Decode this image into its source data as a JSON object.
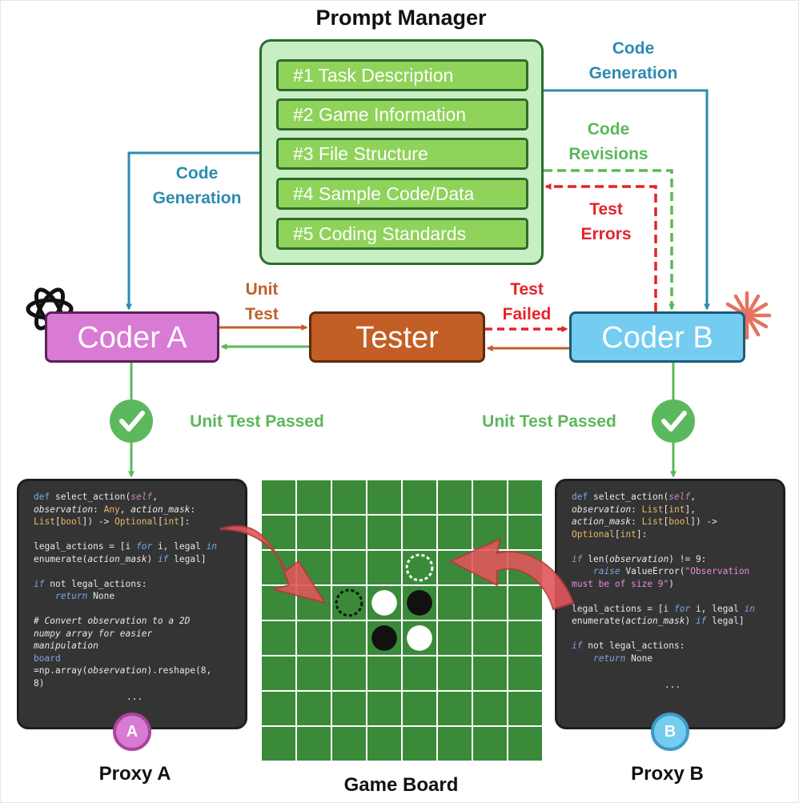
{
  "prompt_manager": {
    "title": "Prompt Manager",
    "items": [
      "#1 Task Description",
      "#2 Game Information",
      "#3 File Structure",
      "#4 Sample Code/Data",
      "#5 Coding Standards"
    ]
  },
  "edges": {
    "code_generation_left": [
      "Code",
      "Generation"
    ],
    "code_generation_right": [
      "Code",
      "Generation"
    ],
    "code_revisions": [
      "Code",
      "Revisions"
    ],
    "test_errors": [
      "Test",
      "Errors"
    ],
    "unit_test": [
      "Unit",
      "Test"
    ],
    "test_failed": [
      "Test",
      "Failed"
    ],
    "unit_test_passed_left": "Unit Test Passed",
    "unit_test_passed_right": "Unit Test Passed"
  },
  "nodes": {
    "coder_a": "Coder A",
    "tester": "Tester",
    "coder_b": "Coder B"
  },
  "proxy_a": {
    "badge": "A",
    "label": "Proxy A",
    "dots": "..."
  },
  "proxy_b": {
    "badge": "B",
    "label": "Proxy B",
    "dots": "..."
  },
  "game_board": {
    "label": "Game Board",
    "size": 8,
    "pieces": [
      {
        "row": 2,
        "col": 4,
        "color": "white",
        "style": "dashed"
      },
      {
        "row": 3,
        "col": 2,
        "color": "black",
        "style": "dashed"
      },
      {
        "row": 3,
        "col": 3,
        "color": "white",
        "style": "solid"
      },
      {
        "row": 3,
        "col": 4,
        "color": "black",
        "style": "solid"
      },
      {
        "row": 4,
        "col": 3,
        "color": "black",
        "style": "solid"
      },
      {
        "row": 4,
        "col": 4,
        "color": "white",
        "style": "solid"
      }
    ]
  },
  "icons": {
    "coder_a_logo": "openai-knot-icon",
    "coder_b_logo": "claude-spark-icon",
    "check": "checkmark-icon"
  },
  "colors": {
    "code_generation": "#2c8bb0",
    "code_revisions": "#5bb85a",
    "test_errors": "#e5232a",
    "unit_test": "#c0602c",
    "coder_a": "#d97ad4",
    "tester": "#c35e24",
    "coder_b": "#74ccf0",
    "board": "#3a8a3a"
  }
}
